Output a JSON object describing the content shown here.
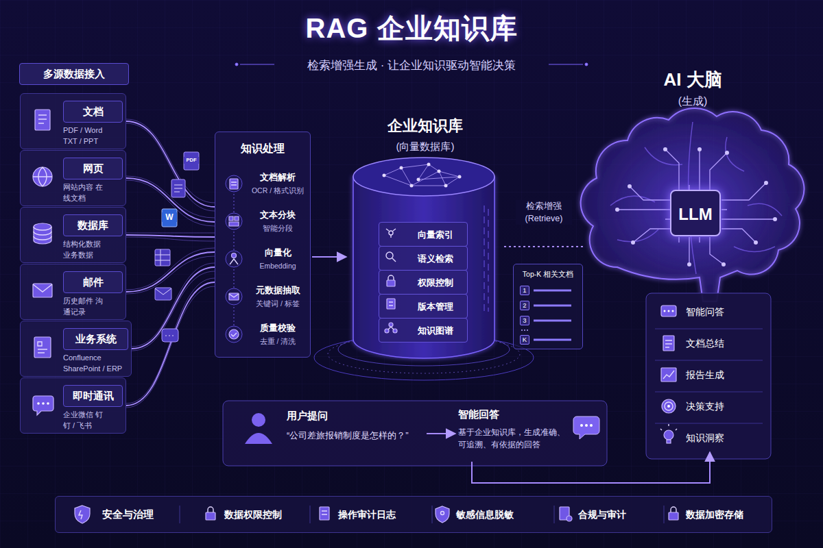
{
  "diagram": {
    "title": "RAG 企业知识库",
    "nodes": [
      {
        "text": [
          "多源数据接入"
        ]
      },
      {
        "text": [
          "文档",
          "PDF / Word TXT / PPT"
        ],
        "in": 0
      },
      {
        "text": [
          "网页",
          "网站内容 在线文档"
        ],
        "in": 0
      },
      {
        "text": [
          "数据库",
          "结构化数据 业务数据"
        ],
        "in": 0
      },
      {
        "text": [
          "邮件",
          "历史邮件 沟通记录"
        ],
        "in": 0
      },
      {
        "text": [
          "业务系统",
          "Confluence SharePoint / ERP"
        ],
        "in": 0
      },
      {
        "text": [
          "即时通讯",
          "企业微信 钉钉 / 飞书"
        ],
        "in": 0
      },
      {
        "text": [
          "知识处理"
        ]
      },
      {
        "text": [
          "文档解析",
          "OCR / 格式识别"
        ],
        "in": 7
      },
      {
        "text": [
          "文本分块",
          "智能分段"
        ],
        "in": 7
      },
      {
        "text": [
          "向量化",
          "Embedding"
        ],
        "in": 7
      },
      {
        "text": [
          "元数据抽取",
          "关键词 / 标签"
        ],
        "in": 7
      },
      {
        "text": [
          "质量校验",
          "去重 / 清洗"
        ],
        "in": 7
      },
      {
        "text": [
          "企业知识库",
          "(向量数据库)"
        ]
      },
      {
        "text": [
          "向量索引"
        ],
        "in": 13
      },
      {
        "text": [
          "语义检索"
        ],
        "in": 13
      },
      {
        "text": [
          "权限控制"
        ],
        "in": 13
      },
      {
        "text": [
          "版本管理"
        ],
        "in": 13
      },
      {
        "text": [
          "知识图谱"
        ],
        "in": 13
      },
      {
        "text": [
          "Top-K 相关文档"
        ]
      },
      {
        "text": [
          "1"
        ],
        "in": 19
      },
      {
        "text": [
          "2"
        ],
        "in": 19
      },
      {
        "text": [
          "3"
        ],
        "in": 19
      },
      {
        "text": [
          "K"
        ],
        "in": 19
      },
      {
        "text": [
          "AI 大脑",
          "(生成)"
        ]
      },
      {
        "text": [
          "LLM"
        ],
        "in": 24
      },
      {
        "text": [
          "智能问答"
        ]
      },
      {
        "text": [
          "文档总结"
        ]
      },
      {
        "text": [
          "报告生成"
        ]
      },
      {
        "text": [
          "决策支持"
        ]
      },
      {
        "text": [
          "知识洞察"
        ]
      },
      {
        "text": [
          "用户提问",
          "“公司差旅报销制度是怎样的？”"
        ]
      },
      {
        "text": [
          "智能回答",
          "基于企业知识库，生成准确、可追溯、有依据的回答"
        ]
      },
      {
        "text": [
          "安全与治理"
        ]
      },
      {
        "text": [
          "数据权限控制"
        ],
        "in": 33
      },
      {
        "text": [
          "操作审计日志"
        ],
        "in": 33
      },
      {
        "text": [
          "敏感信息脱敏"
        ],
        "in": 33
      },
      {
        "text": [
          "合规与审计"
        ],
        "in": 33
      },
      {
        "text": [
          "数据加密存储"
        ],
        "in": 33
      }
    ],
    "edges": [
      {
        "from": 1,
        "to": 7,
        "arrow": "none"
      },
      {
        "from": 2,
        "to": 7,
        "arrow": "none"
      },
      {
        "from": 3,
        "to": 7,
        "arrow": "none"
      },
      {
        "from": 4,
        "to": 7,
        "arrow": "none"
      },
      {
        "from": 5,
        "to": 7,
        "arrow": "none"
      },
      {
        "from": 6,
        "to": 7,
        "arrow": "none"
      },
      {
        "from": 7,
        "to": 13,
        "arrow": "to"
      },
      {
        "from": 13,
        "to": 24,
        "label": "检索增强 (Retrieve)",
        "arrow": "none"
      },
      {
        "from": 31,
        "to": 32,
        "arrow": "to"
      },
      {
        "from": 32,
        "to": 30,
        "arrow": "to"
      }
    ],
    "labels": [
      "检索增强生成 · 让企业知识驱动智能决策",
      "PDF",
      "W"
    ]
  }
}
